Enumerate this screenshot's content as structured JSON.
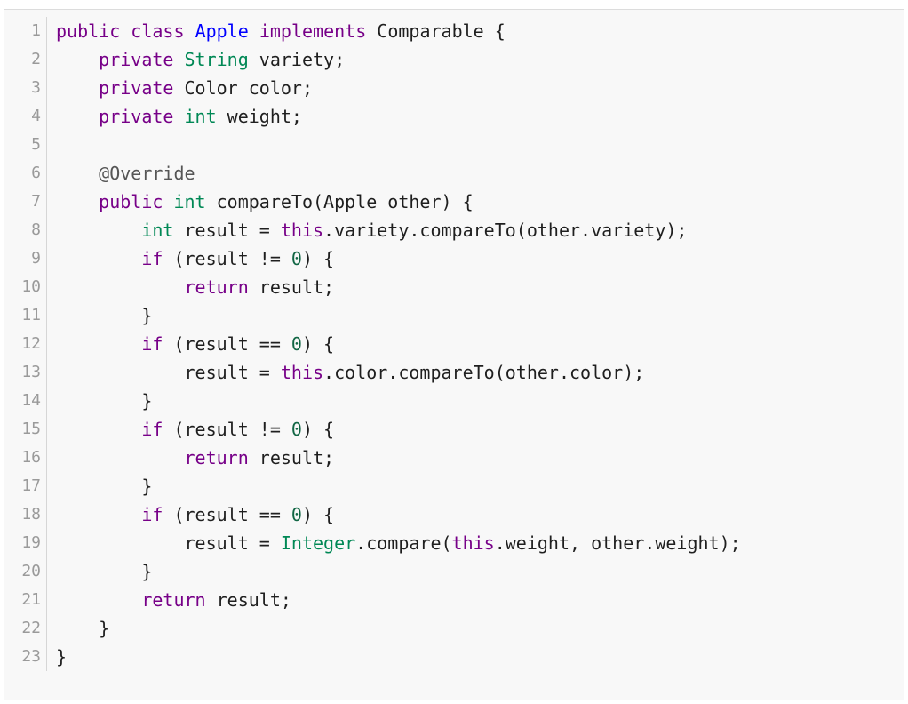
{
  "editor": {
    "lines": [
      {
        "number": "1",
        "indent": "",
        "tokens": [
          {
            "t": "public",
            "c": "kw"
          },
          {
            "t": " ",
            "c": "pl"
          },
          {
            "t": "class",
            "c": "kw"
          },
          {
            "t": " ",
            "c": "pl"
          },
          {
            "t": "Apple",
            "c": "def"
          },
          {
            "t": " ",
            "c": "pl"
          },
          {
            "t": "implements",
            "c": "kw"
          },
          {
            "t": " Comparable {",
            "c": "pl"
          }
        ]
      },
      {
        "number": "2",
        "indent": "    ",
        "tokens": [
          {
            "t": "private",
            "c": "kw"
          },
          {
            "t": " ",
            "c": "pl"
          },
          {
            "t": "String",
            "c": "ty"
          },
          {
            "t": " variety;",
            "c": "pl"
          }
        ]
      },
      {
        "number": "3",
        "indent": "    ",
        "tokens": [
          {
            "t": "private",
            "c": "kw"
          },
          {
            "t": " Color color;",
            "c": "pl"
          }
        ]
      },
      {
        "number": "4",
        "indent": "    ",
        "tokens": [
          {
            "t": "private",
            "c": "kw"
          },
          {
            "t": " ",
            "c": "pl"
          },
          {
            "t": "int",
            "c": "ty"
          },
          {
            "t": " weight;",
            "c": "pl"
          }
        ]
      },
      {
        "number": "5",
        "indent": "",
        "tokens": []
      },
      {
        "number": "6",
        "indent": "    ",
        "tokens": [
          {
            "t": "@Override",
            "c": "meta"
          }
        ]
      },
      {
        "number": "7",
        "indent": "    ",
        "tokens": [
          {
            "t": "public",
            "c": "kw"
          },
          {
            "t": " ",
            "c": "pl"
          },
          {
            "t": "int",
            "c": "ty"
          },
          {
            "t": " compareTo(Apple other) {",
            "c": "pl"
          }
        ]
      },
      {
        "number": "8",
        "indent": "        ",
        "tokens": [
          {
            "t": "int",
            "c": "ty"
          },
          {
            "t": " result = ",
            "c": "pl"
          },
          {
            "t": "this",
            "c": "kw"
          },
          {
            "t": ".variety.compareTo(other.variety);",
            "c": "pl"
          }
        ]
      },
      {
        "number": "9",
        "indent": "        ",
        "tokens": [
          {
            "t": "if",
            "c": "kw"
          },
          {
            "t": " (result != ",
            "c": "pl"
          },
          {
            "t": "0",
            "c": "num"
          },
          {
            "t": ") {",
            "c": "pl"
          }
        ]
      },
      {
        "number": "10",
        "indent": "            ",
        "tokens": [
          {
            "t": "return",
            "c": "kw"
          },
          {
            "t": " result;",
            "c": "pl"
          }
        ]
      },
      {
        "number": "11",
        "indent": "        ",
        "tokens": [
          {
            "t": "}",
            "c": "pl"
          }
        ]
      },
      {
        "number": "12",
        "indent": "        ",
        "tokens": [
          {
            "t": "if",
            "c": "kw"
          },
          {
            "t": " (result == ",
            "c": "pl"
          },
          {
            "t": "0",
            "c": "num"
          },
          {
            "t": ") {",
            "c": "pl"
          }
        ]
      },
      {
        "number": "13",
        "indent": "            ",
        "tokens": [
          {
            "t": "result = ",
            "c": "pl"
          },
          {
            "t": "this",
            "c": "kw"
          },
          {
            "t": ".color.compareTo(other.color);",
            "c": "pl"
          }
        ]
      },
      {
        "number": "14",
        "indent": "        ",
        "tokens": [
          {
            "t": "}",
            "c": "pl"
          }
        ]
      },
      {
        "number": "15",
        "indent": "        ",
        "tokens": [
          {
            "t": "if",
            "c": "kw"
          },
          {
            "t": " (result != ",
            "c": "pl"
          },
          {
            "t": "0",
            "c": "num"
          },
          {
            "t": ") {",
            "c": "pl"
          }
        ]
      },
      {
        "number": "16",
        "indent": "            ",
        "tokens": [
          {
            "t": "return",
            "c": "kw"
          },
          {
            "t": " result;",
            "c": "pl"
          }
        ]
      },
      {
        "number": "17",
        "indent": "        ",
        "tokens": [
          {
            "t": "}",
            "c": "pl"
          }
        ]
      },
      {
        "number": "18",
        "indent": "        ",
        "tokens": [
          {
            "t": "if",
            "c": "kw"
          },
          {
            "t": " (result == ",
            "c": "pl"
          },
          {
            "t": "0",
            "c": "num"
          },
          {
            "t": ") {",
            "c": "pl"
          }
        ]
      },
      {
        "number": "19",
        "indent": "            ",
        "tokens": [
          {
            "t": "result = ",
            "c": "pl"
          },
          {
            "t": "Integer",
            "c": "ty"
          },
          {
            "t": ".compare(",
            "c": "pl"
          },
          {
            "t": "this",
            "c": "kw"
          },
          {
            "t": ".weight, other.weight);",
            "c": "pl"
          }
        ]
      },
      {
        "number": "20",
        "indent": "        ",
        "tokens": [
          {
            "t": "}",
            "c": "pl"
          }
        ]
      },
      {
        "number": "21",
        "indent": "        ",
        "tokens": [
          {
            "t": "return",
            "c": "kw"
          },
          {
            "t": " result;",
            "c": "pl"
          }
        ]
      },
      {
        "number": "22",
        "indent": "    ",
        "tokens": [
          {
            "t": "}",
            "c": "pl"
          }
        ]
      },
      {
        "number": "23",
        "indent": "",
        "tokens": [
          {
            "t": "}",
            "c": "pl"
          }
        ]
      }
    ]
  },
  "colors": {
    "keyword": "#770088",
    "type": "#008855",
    "definition": "#0000ff",
    "number": "#116644",
    "annotation": "#555555",
    "plain": "#1f1f1f",
    "gutter_text": "#9a9a9a",
    "panel_background": "#f8f8f8"
  }
}
